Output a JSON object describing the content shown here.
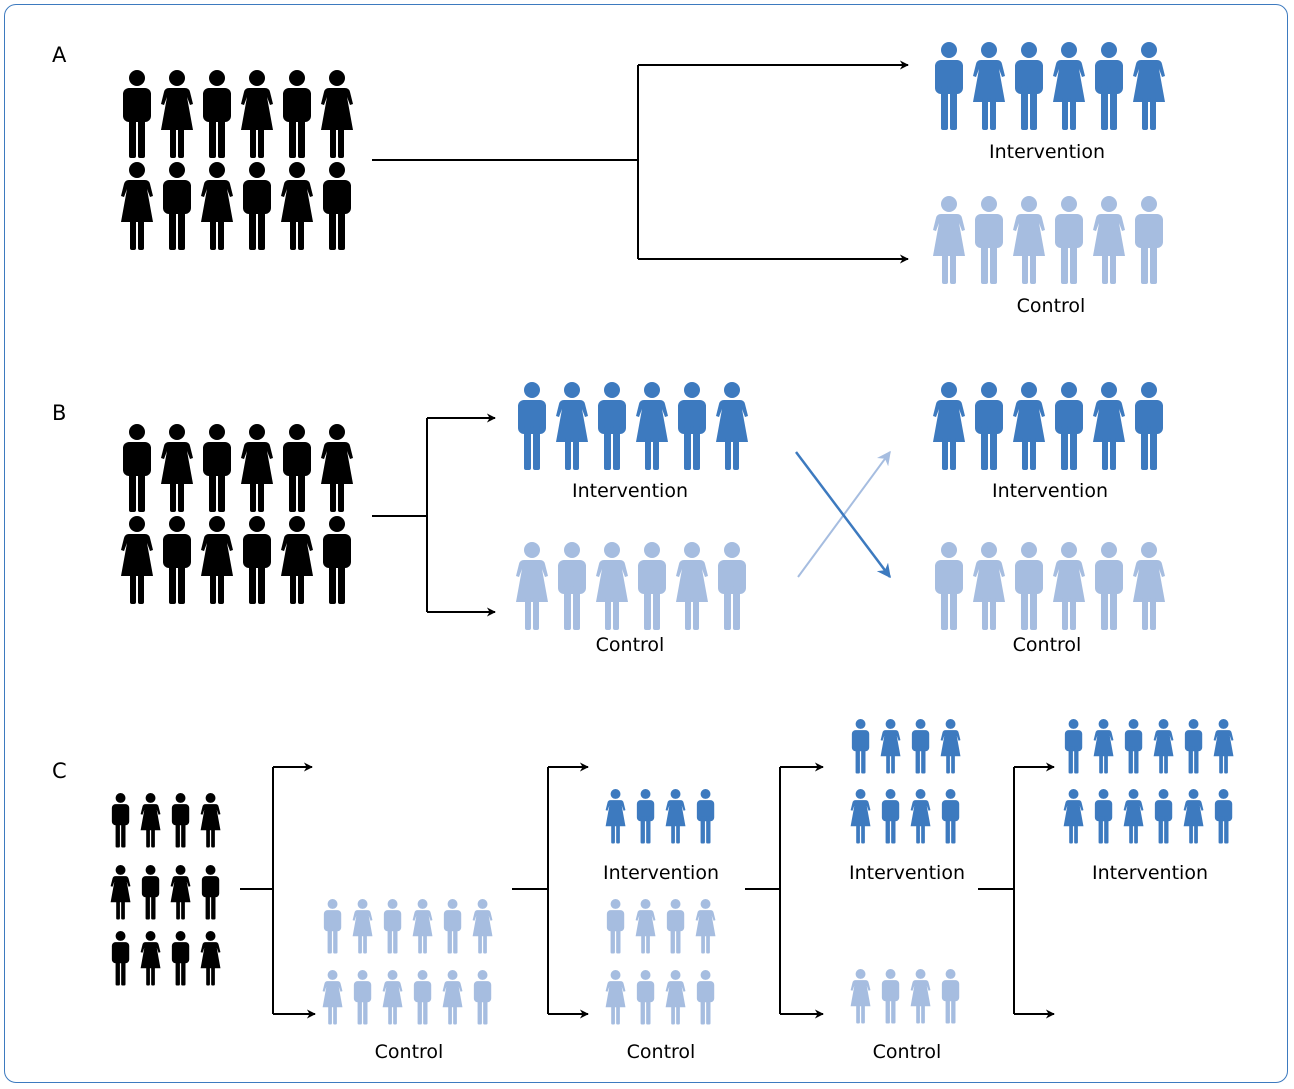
{
  "colors": {
    "base": "#000000",
    "intervention": "#3d7abf",
    "control": "#a6bde0",
    "arrow": "#000000",
    "frame": "#3d7abf"
  },
  "icons": {
    "person_male": "man-icon",
    "person_female": "woman-icon",
    "arrow_head": "arrowhead-icon"
  },
  "panels": [
    {
      "id": "A",
      "label": "A",
      "intervention_label": "Intervention",
      "control_label": "Control"
    },
    {
      "id": "B",
      "label": "B",
      "intervention_label": "Intervention",
      "control_label": "Control",
      "crossover_intervention_label": "Intervention",
      "crossover_control_label": "Control"
    },
    {
      "id": "C",
      "label": "C",
      "steps": [
        {
          "intervention_label": "",
          "control_label": "Control"
        },
        {
          "intervention_label": "Intervention",
          "control_label": "Control"
        },
        {
          "intervention_label": "Intervention",
          "control_label": "Control"
        },
        {
          "intervention_label": "Intervention",
          "control_label": ""
        }
      ]
    }
  ]
}
